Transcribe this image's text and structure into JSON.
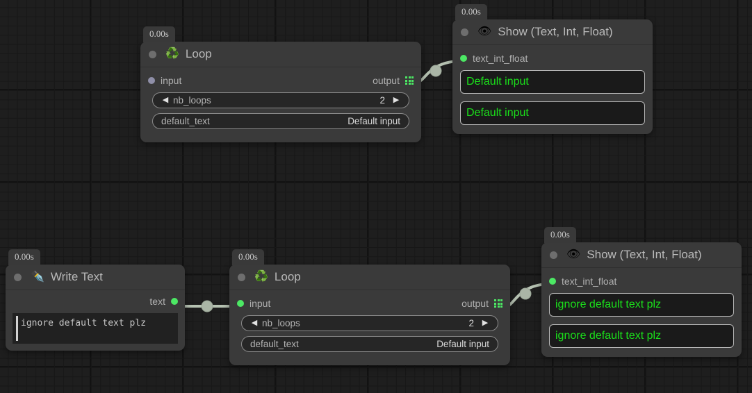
{
  "app": {
    "background_color": "#1e1e1e",
    "grid_line_color": "#171717",
    "wire_color": "#b6c2b2",
    "accent_green": "#4ce864",
    "value_green": "#1ae01a"
  },
  "nodes": [
    {
      "id": "loop-1",
      "badge": "0.00s",
      "icon": "recycle-icon",
      "emoji": "♻️",
      "title": "Loop",
      "input_label": "input",
      "input_state": "unconnected",
      "output_label": "output",
      "output_icon": "list-grid-icon",
      "params": [
        {
          "name": "nb_loops",
          "value": "2",
          "type": "stepper",
          "left_arrow": "◀",
          "right_arrow": "▶"
        },
        {
          "name": "default_text",
          "value": "Default input",
          "type": "text"
        }
      ]
    },
    {
      "id": "show-1",
      "badge": "0.00s",
      "icon": "eye-icon",
      "emoji": "👁",
      "title": "Show (Text, Int, Float)",
      "input_label": "text_int_float",
      "input_state": "connected",
      "values": [
        "Default input",
        "Default input"
      ]
    },
    {
      "id": "write-text",
      "badge": "0.00s",
      "icon": "pen-nib-icon",
      "emoji": "✒️",
      "title": "Write Text",
      "output_label": "text",
      "output_state": "connected",
      "text_value": "ignore default text plz"
    },
    {
      "id": "loop-2",
      "badge": "0.00s",
      "icon": "recycle-icon",
      "emoji": "♻️",
      "title": "Loop",
      "input_label": "input",
      "input_state": "connected",
      "output_label": "output",
      "output_icon": "list-grid-icon",
      "params": [
        {
          "name": "nb_loops",
          "value": "2",
          "type": "stepper",
          "left_arrow": "◀",
          "right_arrow": "▶"
        },
        {
          "name": "default_text",
          "value": "Default input",
          "type": "text"
        }
      ]
    },
    {
      "id": "show-2",
      "badge": "0.00s",
      "icon": "eye-icon",
      "emoji": "👁",
      "title": "Show (Text, Int, Float)",
      "input_label": "text_int_float",
      "input_state": "connected",
      "values": [
        "ignore default text plz",
        "ignore default text plz"
      ]
    }
  ],
  "connections": [
    {
      "from": "loop-1.output",
      "to": "show-1.text_int_float"
    },
    {
      "from": "write-text.text",
      "to": "loop-2.input"
    },
    {
      "from": "loop-2.output",
      "to": "show-2.text_int_float"
    }
  ]
}
